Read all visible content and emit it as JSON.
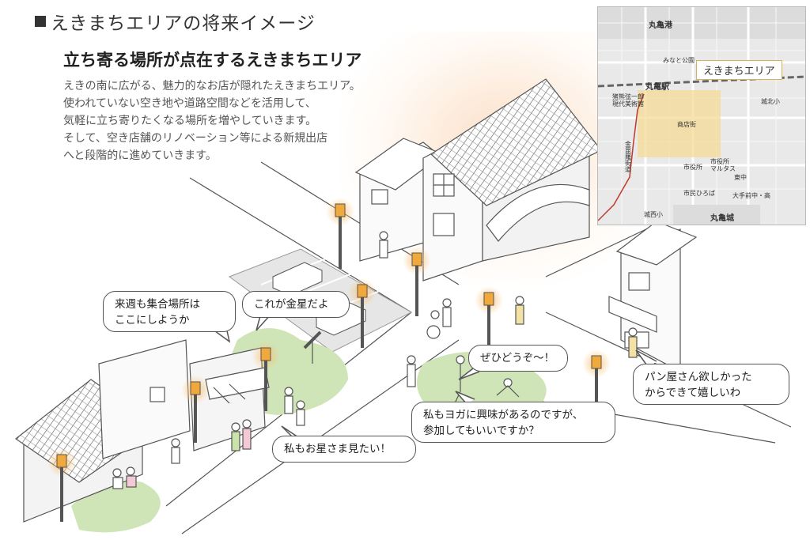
{
  "heading": "えきまちエリアの将来イメージ",
  "subheading": "立ち寄る場所が点在するえきまちエリア",
  "description": [
    "えきの南に広がる、魅力的なお店が隠れたえきまちエリア。",
    "使われていない空き地や道路空間などを活用して、",
    "気軽に立ち寄りたくなる場所を増やしていきます。",
    "そして、空き店舗のリノベーション等による新規出店",
    "へと段階的に進めていきます。"
  ],
  "bubbles": {
    "meeting_place": [
      "来週も集合場所は",
      "ここにしようか"
    ],
    "venus": [
      "これが金星だよ"
    ],
    "please": [
      "ぜひどうぞ～！"
    ],
    "bakery": [
      "パン屋さん欲しかった",
      "からできて嬉しいわ"
    ],
    "yoga": [
      "私もヨガに興味があるのですが、",
      "参加してもいいですか？"
    ],
    "stars": [
      "私もお星さま見たい！"
    ]
  },
  "map": {
    "area_label": "えきまちエリア",
    "labels": {
      "port": "丸亀港",
      "minato_park": "みなと公園",
      "station": "丸亀駅",
      "museum_1": "猪熊弦一郎",
      "museum_2": "現代美術館",
      "school_north": "城北小",
      "shopping_street": "商店街",
      "city_hall": "市役所",
      "city_marche_1": "市役所",
      "city_marche_2": "マルタス",
      "higashi_jhs": "東中",
      "city_hiroba": "市民ひろば",
      "ote_school": "大手前中・高",
      "joseki_school": "城西小",
      "castle": "丸亀城",
      "konpira_1": "金",
      "konpira_2": "毘",
      "konpira_3": "羅",
      "konpira_4": "街",
      "konpira_5": "道"
    }
  },
  "colors": {
    "map_area": "#f3d98f",
    "lamp_glow": "#f7c27a",
    "grass": "#cfe5b7",
    "map_route": "#c0392b"
  }
}
